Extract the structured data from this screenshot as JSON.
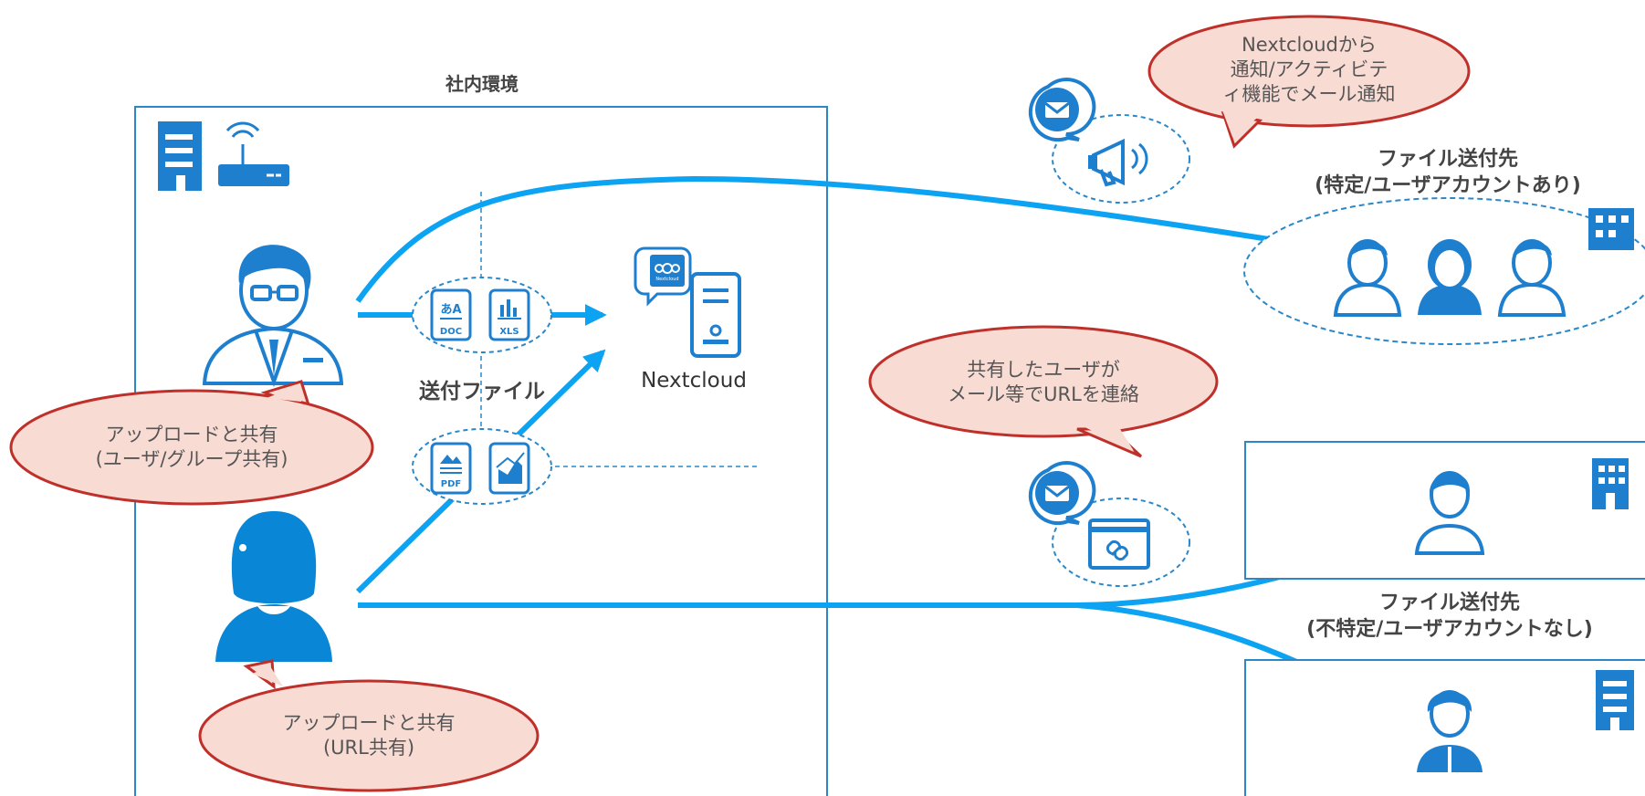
{
  "colors": {
    "blue": "#0a86d6",
    "arrow": "#0ba3f2",
    "bubble_fill": "#f8dcd4",
    "bubble_stroke": "#c0302a",
    "dash": "#2a87c8"
  },
  "internal": {
    "title": "社内環境"
  },
  "files": {
    "label": "送付ファイル",
    "doc_icon_text": "あA",
    "doc_caption": "DOC",
    "xls_caption": "XLS",
    "pdf_caption": "PDF"
  },
  "server": {
    "label": "Nextcloud",
    "logo_text": "Nextcloud"
  },
  "bubbles": {
    "upload_group": [
      "アップロードと共有",
      "(ユーザ/グループ共有)"
    ],
    "upload_url": [
      "アップロードと共有",
      "(URL共有)"
    ],
    "notify": [
      "Nextcloudから",
      "通知/アクティビテ",
      "ィ機能でメール通知"
    ],
    "share_url": [
      "共有したユーザが",
      "メール等でURLを連絡"
    ]
  },
  "recipients": {
    "specific": [
      "ファイル送付先",
      "(特定/ユーザアカウントあり)"
    ],
    "unspecified": [
      "ファイル送付先",
      "(不特定/ユーザアカウントなし)"
    ]
  },
  "icons": [
    "office-building-icon",
    "wifi-router-icon",
    "male-user-glasses-icon",
    "female-user-icon",
    "doc-file-icon",
    "xls-file-icon",
    "pdf-file-icon",
    "chart-file-icon",
    "nextcloud-server-icon",
    "mail-icon",
    "megaphone-icon",
    "link-window-icon",
    "user-group-icon",
    "user-icon"
  ]
}
